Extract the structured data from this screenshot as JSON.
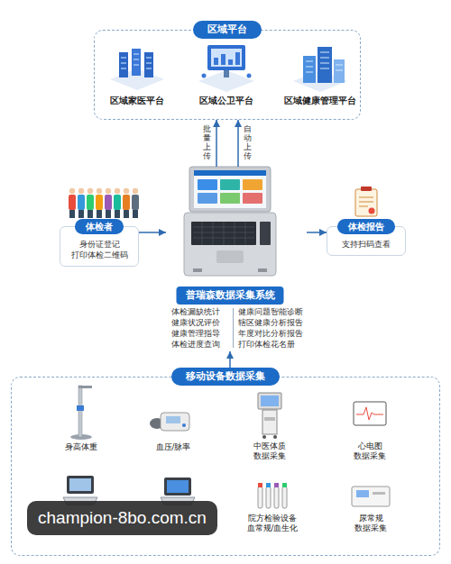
{
  "diagram": {
    "nodes": [
      {
        "text": [
          "区域平台"
        ]
      },
      {
        "text": [
          "体检者",
          "身份证登记 打印体检二维码"
        ]
      },
      {
        "text": [
          "普瑞森数据采集系统",
          "体检漏缺统计",
          "健康状况评价",
          "健康管理指导",
          "体检进度查询",
          "健康问题智能诊断",
          "辖区健康分析报告",
          "年度对比分析报告",
          "打印体检花名册"
        ]
      },
      {
        "text": [
          "体检报告",
          "支持扫码查看"
        ]
      },
      {
        "text": [
          "移动设备数据采集"
        ]
      }
    ],
    "edges": [
      {
        "from": 2,
        "to": 0,
        "arrow": "to",
        "label": "批量上传"
      },
      {
        "from": 2,
        "to": 0,
        "arrow": "to",
        "label": "自动上传"
      },
      {
        "from": 1,
        "to": 2,
        "arrow": "to"
      },
      {
        "from": 2,
        "to": 3,
        "arrow": "to"
      },
      {
        "from": 4,
        "to": 2,
        "arrow": "to"
      }
    ],
    "labels": [
      "区域家医平台",
      "区域公卫平台",
      "区域健康管理平台",
      "身高体重",
      "血压/脉率",
      "中医体质 数据采集",
      "心电图 数据采集",
      "院方检验设备 血常规/血生化",
      "尿常规 数据采集",
      "champion-8bo.com.cn"
    ]
  }
}
